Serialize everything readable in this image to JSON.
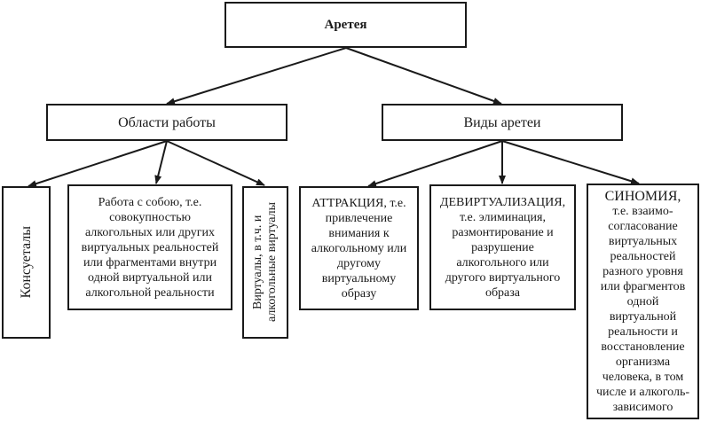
{
  "root": "Аретея",
  "branches": {
    "left": "Области работы",
    "right": "Виды аретеи"
  },
  "leaves": {
    "consuetaly": "Консуеталы",
    "self_work_lines": [
      "Работа с собою, т.е.",
      "совокупностью",
      "алкогольных или других",
      "виртуальных реальностей",
      "или фрагментами внутри",
      "одной виртуальной или",
      "алкогольной реальности"
    ],
    "virtualy_lines": [
      "Виртуалы, в т.ч. и",
      "алкогольные виртуалы"
    ],
    "attraction_lines": [
      "АТТРАКЦИЯ, т.е.",
      "привлечение",
      "внимания к",
      "алкогольному или",
      "другому",
      "виртуальному",
      "образу"
    ],
    "devirtualization_lines": [
      "ДЕВИРТУАЛИЗАЦИЯ,",
      "т.е. элиминация,",
      "размонтирование и",
      "разрушение",
      "алкогольного или",
      "другого виртуального",
      "образа"
    ],
    "sinomiya_lines": [
      "СИНОМИЯ,",
      "т.е. взаимо-",
      "согласование",
      "виртуальных",
      "реальностей",
      "разного уровня",
      "или фрагментов",
      "одной",
      "виртуальной",
      "реальности и",
      "восстановление",
      "организма",
      "человека, в том",
      "числе и алкоголь-",
      "зависимого"
    ]
  }
}
